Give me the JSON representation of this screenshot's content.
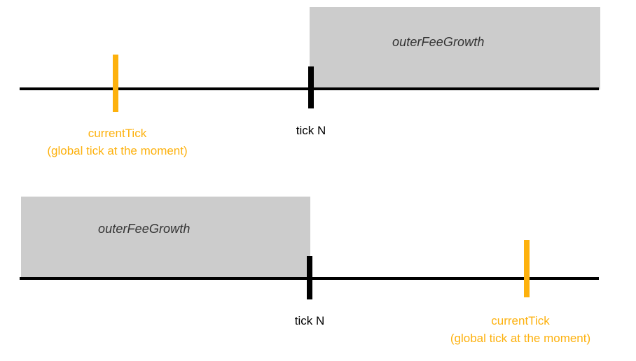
{
  "colors": {
    "axis": "#000000",
    "fee_region_fill": "#cccccc",
    "current_tick_orange": "#fdb10d",
    "fee_region_label_text": "#333333",
    "background": "#ffffff"
  },
  "diagram": {
    "title": "",
    "panels": [
      {
        "id": "current-tick-below-tick-n",
        "description": "currentTick is to the left of tick N; outerFeeGrowth region lies to the right of tick N",
        "fee_region": {
          "label": "outerFeeGrowth",
          "side": "right"
        },
        "ticks": [
          {
            "id": "current-tick",
            "color_role": "current_tick_orange",
            "label": "currentTick",
            "sublabel": "(global tick at the moment)",
            "position": "left"
          },
          {
            "id": "tick-n",
            "color_role": "axis",
            "label": "tick N",
            "sublabel": "",
            "position": "middle"
          }
        ]
      },
      {
        "id": "current-tick-above-tick-n",
        "description": "currentTick is to the right of tick N; outerFeeGrowth region lies to the left of tick N",
        "fee_region": {
          "label": "outerFeeGrowth",
          "side": "left"
        },
        "ticks": [
          {
            "id": "tick-n",
            "color_role": "axis",
            "label": "tick N",
            "sublabel": "",
            "position": "middle"
          },
          {
            "id": "current-tick",
            "color_role": "current_tick_orange",
            "label": "currentTick",
            "sublabel": "(global tick at the moment)",
            "position": "right"
          }
        ]
      }
    ]
  }
}
